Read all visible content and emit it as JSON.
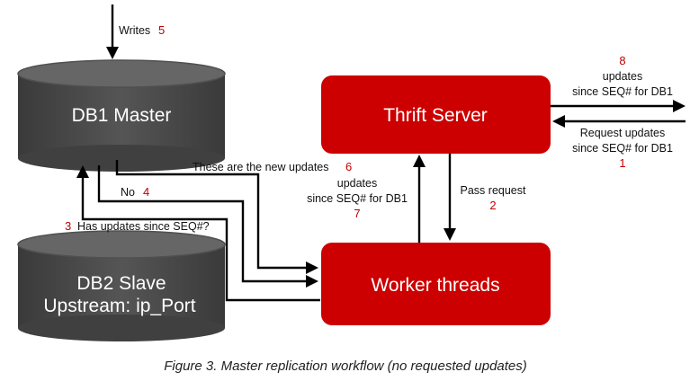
{
  "nodes": {
    "db1": {
      "label": "DB1 Master"
    },
    "db2": {
      "label_line1": "DB2 Slave",
      "label_line2": "Upstream: ip_Port"
    },
    "thrift": {
      "label": "Thrift Server"
    },
    "worker": {
      "label": "Worker threads"
    }
  },
  "edges": {
    "writes": {
      "label": "Writes",
      "step": "5"
    },
    "response_out": {
      "line1": "updates",
      "line2": "since SEQ# for DB1",
      "step": "8"
    },
    "request_in": {
      "line1": "Request updates",
      "line2": "since SEQ# for DB1",
      "step": "1"
    },
    "new_updates": {
      "label": "These are the new updates",
      "step": "6"
    },
    "worker_to_thrift": {
      "line1": "updates",
      "line2": "since SEQ# for DB1",
      "step": "7"
    },
    "pass_request": {
      "label": "Pass request",
      "step": "2"
    },
    "no": {
      "label": "No",
      "step": "4"
    },
    "has_updates": {
      "label": "Has updates since SEQ#?",
      "step": "3"
    }
  },
  "caption": "Figure 3. Master replication workflow (no requested updates)",
  "colors": {
    "db": "#4a4a4a",
    "server": "#cc0000",
    "line": "#000000",
    "step_number": "#c00000"
  }
}
